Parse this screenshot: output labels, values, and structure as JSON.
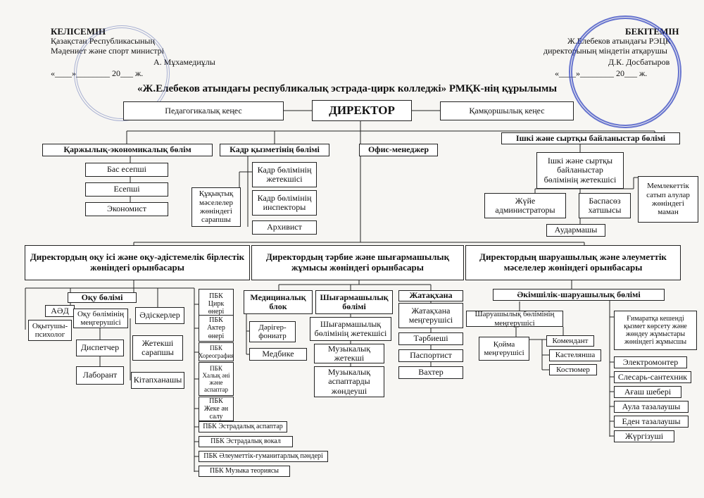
{
  "header": {
    "approved_left": {
      "title": "КЕЛІСЕМІН",
      "line1": "Қазақстан Республикасының",
      "line2": "Мәдениет және спорт министрі",
      "name": "А. Мұхамедиұлы",
      "date": "«____»________ 20___ ж."
    },
    "approved_right": {
      "title": "БЕКІТЕМІН",
      "line1": "Ж.Елебеков атындағы РЭЦК",
      "line2": "директорының міндетін атқарушы",
      "name": "Д.К. Досбатыров",
      "date": "«____»________ 20___ ж."
    },
    "doc_title": "«Ж.Елебеков атындағы республикалық эстрада-цирк колледжі» РМҚК-нің құрылымы"
  },
  "top": {
    "director": "ДИРЕКТОР",
    "ped_council": "Педагогикалық кеңес",
    "trustees": "Қамқоршылық кеңес"
  },
  "level1": {
    "finance": "Қаржылық-экономикалық бөлім",
    "hr": "Кадр қызметінің бөлімі",
    "office": "Офис-менеджер",
    "relations": "Ішкі және сыртқы байланыстар бөлімі"
  },
  "finance_staff": [
    "Бас есепші",
    "Есепші",
    "Экономист"
  ],
  "hr_staff": {
    "head": "Кадр бөлімінің жетекшісі",
    "legal": "Құқықтық мәселелер жөніндегі сарапшы",
    "inspector": "Кадр бөлімінің инспекторы",
    "archivist": "Архивист"
  },
  "relations_staff": {
    "head": "Ішкі және сыртқы байланыстар бөлімінің жетекшісі",
    "sysadmin": "Жүйе администраторы",
    "press": "Баспасөз хатшысы",
    "translator": "Аудармашы",
    "procurement": "Мемлекеттік сатып алулар жөніндегі маман"
  },
  "deputies": {
    "academic": "Директордың оқу ісі және оқу-әдістемелік бірлестік жөніндегі орынбасары",
    "education": "Директордың тәрбие және шығармашылық жұмысы жөніндегі орынбасары",
    "economic": "Директордың шаруашылық және әлеуметтік мәселелер жөніндегі орынбасары"
  },
  "academic": {
    "dept": "Оқу бөлімі",
    "aad": "АӘД",
    "psych": "Оқытушы-психолог",
    "head": "Оқу бөлімінің меңгерушісі",
    "methodists": "Әдіскерлер",
    "dispatcher": "Диспетчер",
    "expert": "Жетекші сарапшы",
    "lab": "Лаборант",
    "librarian": "Кітапханашы",
    "pbk": [
      "ПБК Цирк өнері",
      "ПБК Актер өнері",
      "ПБК Хореография",
      "ПБК Халық әні және аспаптар",
      "ПБК Жеке ән салу"
    ],
    "pbk_wide": [
      "ПБК Эстрадалық аспаптар",
      "ПБК Эстрадалық вокал",
      "ПБК Әлеуметтік-гуманитарлық пәндері",
      "ПБК Музыка теориясы"
    ]
  },
  "education": {
    "medical": "Медициналық блок",
    "doctor": "Дәрігер-фониатр",
    "nurse": "Медбике",
    "creative": "Шығармашылық бөлімі",
    "creative_head": "Шығармашылық бөлімінің жетекшісі",
    "music_head": "Музыкалық жетекші",
    "instrument": "Музыкалық аспаптарды жөндеуші",
    "dorm": "Жатақхана",
    "dorm_head": "Жатақхана меңгерушісі",
    "tutor": "Тәрбиеші",
    "passport": "Паспортист",
    "watch": "Вахтер"
  },
  "economic": {
    "dept": "Әкімшілік-шаруашылық бөлімі",
    "head": "Шаруашылық бөлімінің меңгерушісі",
    "storage": "Қойма меңгерушісі",
    "commandant": "Комендант",
    "linen": "Кастелянша",
    "costume": "Костюмер",
    "maintenance": "Ғимаратқа кешенді қызмет көрсету және жөндеу жұмыстары жөніндегі жұмысшы",
    "workers": [
      "Электромонтер",
      "Слесарь-сантехник",
      "Ағаш шебері",
      "Аула тазалаушы",
      "Еден тазалаушы",
      "Жүргізуші"
    ]
  }
}
